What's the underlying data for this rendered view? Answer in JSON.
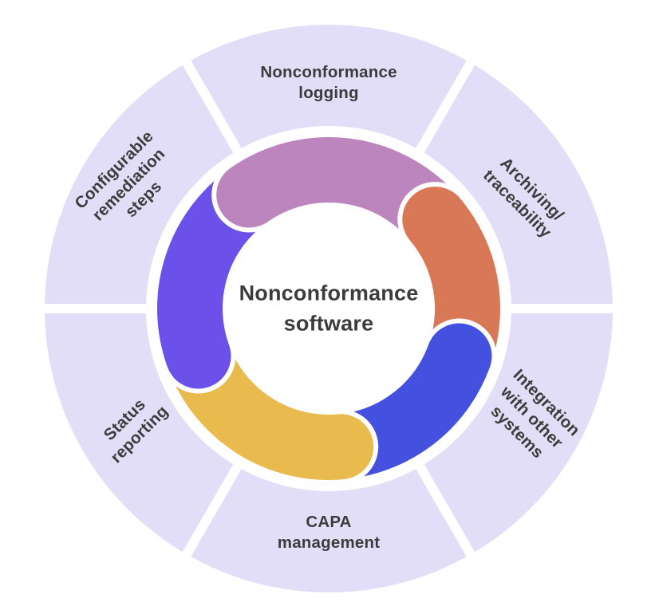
{
  "diagram": {
    "center_title": "Nonconformance\nsoftware",
    "sectors": [
      {
        "id": "nonconformance-logging",
        "label": "Nonconformance\nlogging"
      },
      {
        "id": "archiving-traceability",
        "label": "Archiving/\ntraceability"
      },
      {
        "id": "integration-with-other-systems",
        "label": "Integration\nwith other\nsystems"
      },
      {
        "id": "capa-management",
        "label": "CAPA\nmanagement"
      },
      {
        "id": "status-reporting",
        "label": "Status\nreporting"
      },
      {
        "id": "configurable-remediation-steps",
        "label": "Configurable\nremediation\nsteps"
      }
    ],
    "colors": {
      "sector_ring": "#E2DEF7",
      "arc_mauve": "#BC85BD",
      "arc_coral": "#D97857",
      "arc_blue": "#4450DE",
      "arc_yellow": "#E9BB4E",
      "arc_violet": "#6B51E9",
      "label_text": "#3C3C3C",
      "background": "#FFFFFF"
    }
  }
}
